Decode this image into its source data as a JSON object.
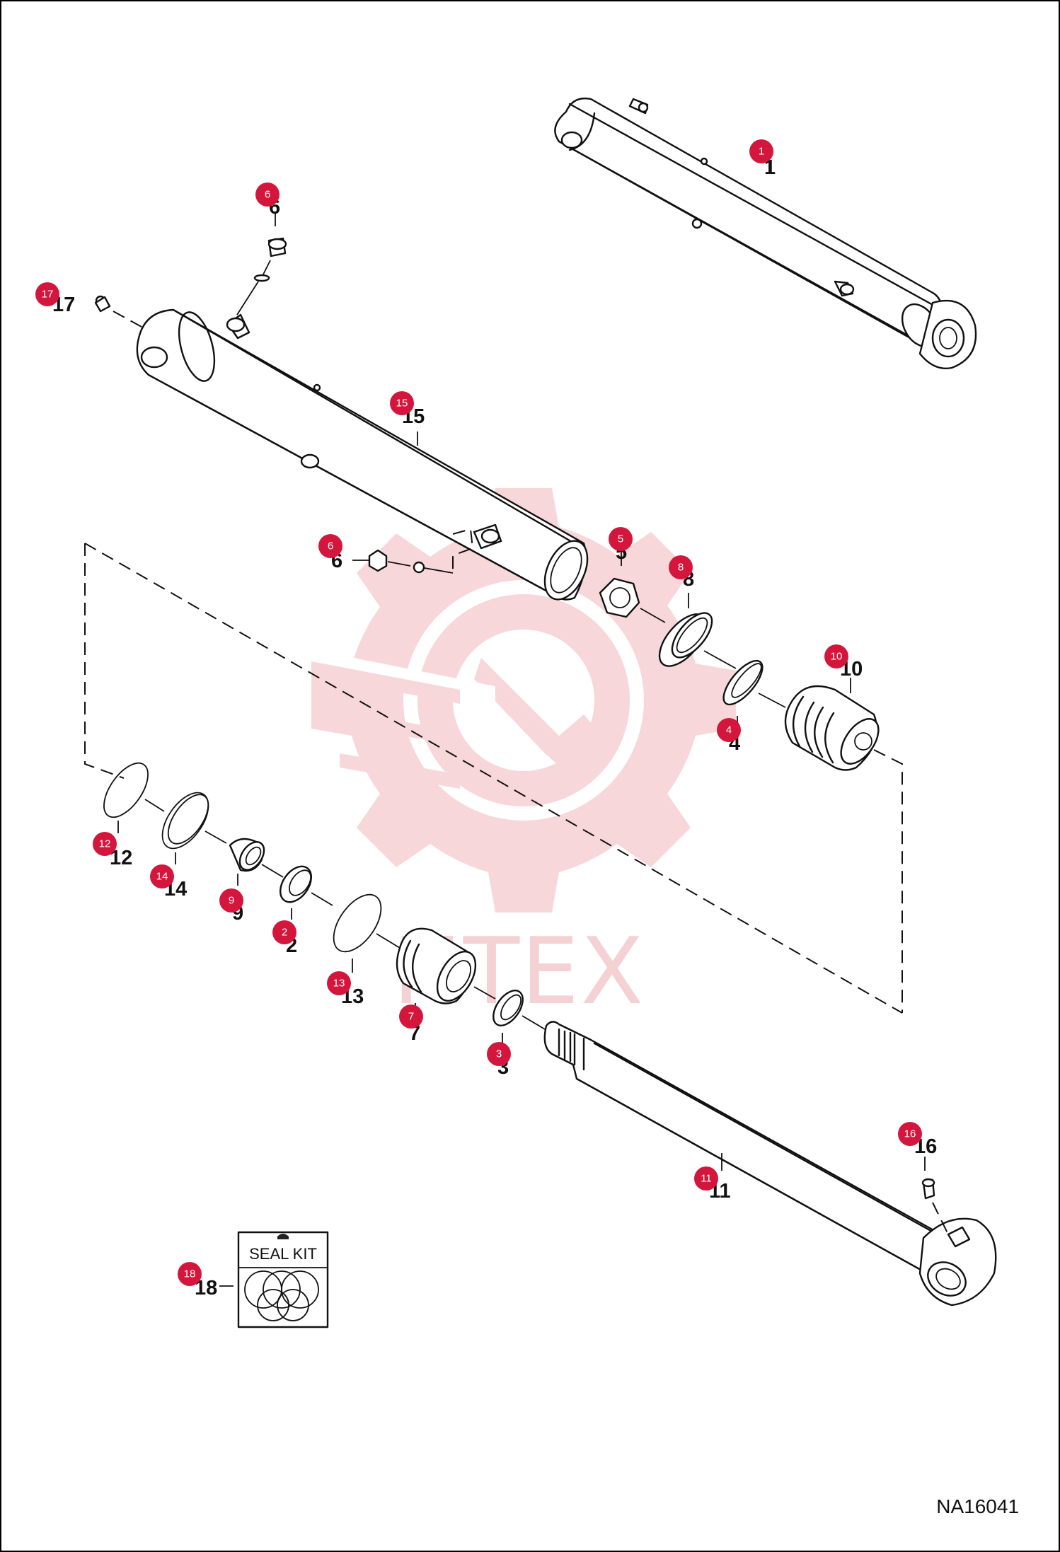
{
  "diagram": {
    "figure_id": "NA16041",
    "watermark_text": "HTEX",
    "seal_kit_label": "SEAL KIT",
    "callouts": {
      "c1": "1",
      "c2": "2",
      "c3a": "3",
      "c3b": "3",
      "c4": "4",
      "c5": "5",
      "c6a": "6",
      "c6b": "6",
      "c7": "7",
      "c8": "8",
      "c9": "9",
      "c10": "10",
      "c11": "11",
      "c12": "12",
      "c13": "13",
      "c14": "14",
      "c15": "15",
      "c16": "16",
      "c17": "17",
      "c18": "18"
    },
    "accent_color": "#d4163c",
    "watermark_color": "#f3c9cc"
  }
}
